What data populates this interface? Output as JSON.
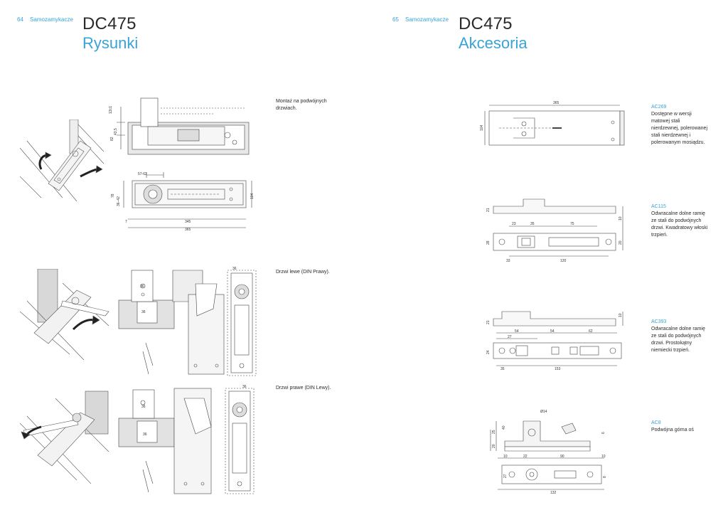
{
  "left_page": {
    "page_number": "64",
    "section": "Samozamykacze",
    "product": "DC475",
    "subtitle": "Rysunki",
    "captions": {
      "double_doors": "Montaż na podwójnych drzwiach.",
      "left_door": "Drzwi lewe (DIN Prawy).",
      "right_door": "Drzwi prawe (DIN Lewy)."
    },
    "dims": {
      "side_13_61": "13±1",
      "side_43_5": "43,5",
      "side_82": "82",
      "top_57_62": "57-62",
      "left_36_42": "36–42",
      "left_78": "78",
      "right_104": "104",
      "bottom_7": "7",
      "bottom_345": "345",
      "bottom_365": "365",
      "ld_36a": "36",
      "ld_36b": "36",
      "ld_36c": "36",
      "rd_36a": "36",
      "rd_36b": "36",
      "rd_36c": "36"
    }
  },
  "right_page": {
    "page_number": "65",
    "section": "Samozamykacze",
    "product": "DC475",
    "subtitle": "Akcesoria",
    "accessories": [
      {
        "code": "AC269",
        "description": "Dostępne w wersji matowej stali nierdzewnej, polerowanej stali nierdzewnej i polerowanym mosiądzu.",
        "dims": {
          "a": "365",
          "b": "104"
        }
      },
      {
        "code": "AC115",
        "description": "Odwracalne dolne ramię ze stali do podwójnych drzwi. Kwadratowy włoski trzpień.",
        "dims": {
          "h21": "21",
          "d23": "23",
          "d35": "35",
          "d75": "75",
          "d10": "10",
          "d28": "28",
          "d20": "20",
          "d33": "33",
          "d120": "120"
        }
      },
      {
        "code": "AC393",
        "description": "Odwracalne dolne ramię ze stali do podwójnych drzwi. Prostokątny niemiecki trzpień.",
        "dims": {
          "h21": "21",
          "d10": "10",
          "d54a": "54",
          "d54b": "54",
          "d62": "62",
          "d27": "27",
          "d24": "24",
          "d35": "35",
          "d153": "153"
        }
      },
      {
        "code": "AC8",
        "description": "Podwójna górna oś",
        "dims": {
          "phi14": "Ø14",
          "d40": "40",
          "d25": "25",
          "d20": "20",
          "d6": "6",
          "d10a": "10",
          "d22": "22",
          "d90": "90",
          "d10b": "10",
          "d27": "27",
          "d8": "8",
          "d132": "132"
        }
      }
    ]
  },
  "colors": {
    "accent": "#3aa3d6",
    "text": "#2a2a2a",
    "line": "#333333"
  }
}
